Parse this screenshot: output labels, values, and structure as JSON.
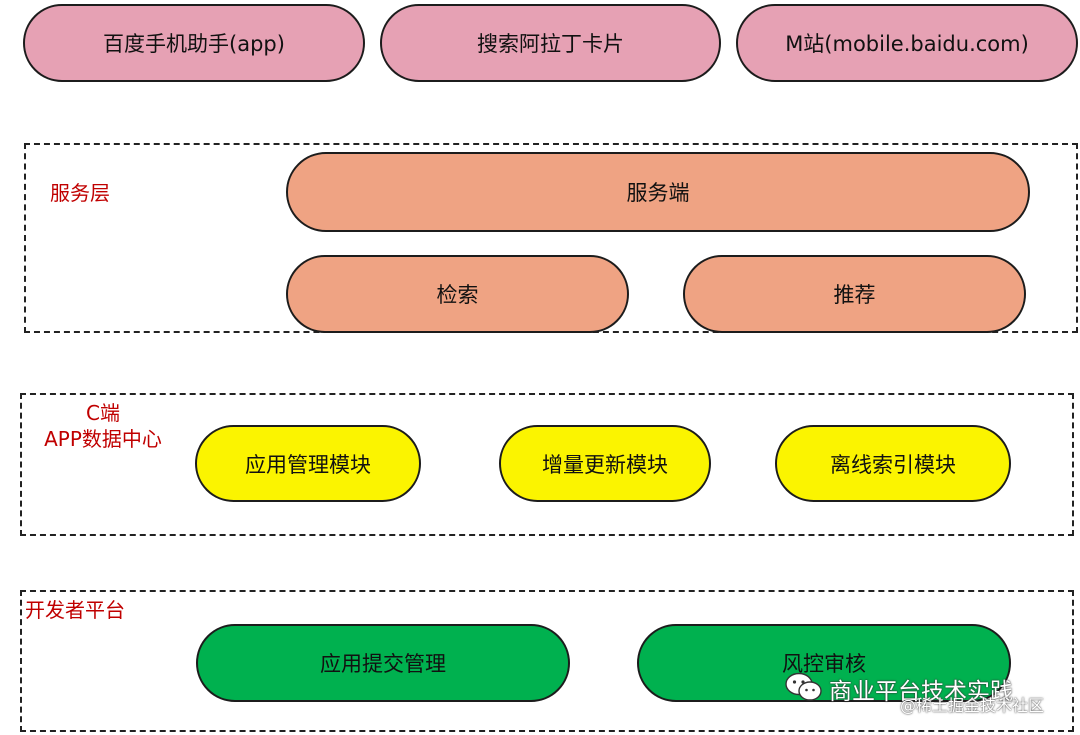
{
  "top_row": {
    "app": "百度手机助手(app)",
    "aladdin": "搜索阿拉丁卡片",
    "mobile_site": "M站(mobile.baidu.com)"
  },
  "service_layer": {
    "label": "服务层",
    "server": "服务端",
    "search": "检索",
    "recommend": "推荐"
  },
  "data_center_layer": {
    "label_line1": "C端",
    "label_line2": "APP数据中心",
    "app_management": "应用管理模块",
    "incremental_update": "增量更新模块",
    "offline_index": "离线索引模块"
  },
  "developer_layer": {
    "label": "开发者平台",
    "app_submission": "应用提交管理",
    "risk_review": "风控审核"
  },
  "watermark": {
    "title": "商业平台技术实践",
    "subtitle": "@稀土掘金技术社区"
  },
  "colors": {
    "client_entry": "#e6a1b4",
    "service": "#efa383",
    "data_center": "#fbf400",
    "developer": "#00b14f",
    "layer_label": "#c00000"
  }
}
